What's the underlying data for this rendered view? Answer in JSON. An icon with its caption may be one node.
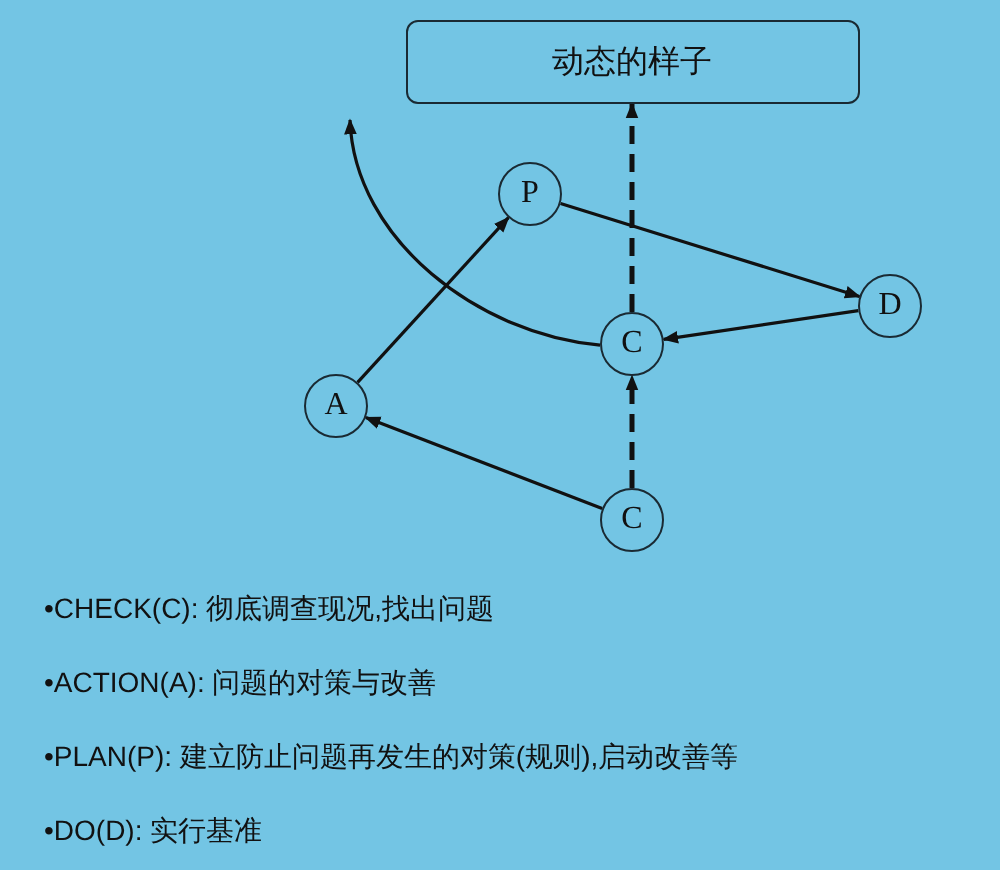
{
  "diagram": {
    "nodes": [
      {
        "text": [
          "动态的样子"
        ]
      },
      {
        "text": [
          "P"
        ]
      },
      {
        "text": [
          "D"
        ]
      },
      {
        "text": [
          "C"
        ]
      },
      {
        "text": [
          "A"
        ]
      },
      {
        "text": [
          "C"
        ]
      }
    ],
    "edges": [
      {
        "from": 4,
        "to": 1,
        "arrow": "to"
      },
      {
        "from": 1,
        "to": 2,
        "arrow": "to"
      },
      {
        "from": 2,
        "to": 3,
        "arrow": "to"
      },
      {
        "from": 5,
        "to": 4,
        "arrow": "to"
      },
      {
        "from": 5,
        "to": 3,
        "arrow": "to",
        "style": "dashed"
      },
      {
        "from": 3,
        "to": 0,
        "arrow": "to",
        "style": "dashed"
      },
      {
        "from": 3,
        "to": null,
        "arrow": "to"
      }
    ],
    "labels": [
      "•CHECK(C): 彻底调查现况,找出问题",
      "•ACTION(A): 问题的对策与改善",
      "•PLAN(P): 建立防止问题再发生的对策(规则),启动改善等",
      "•DO(D): 实行基准"
    ]
  }
}
